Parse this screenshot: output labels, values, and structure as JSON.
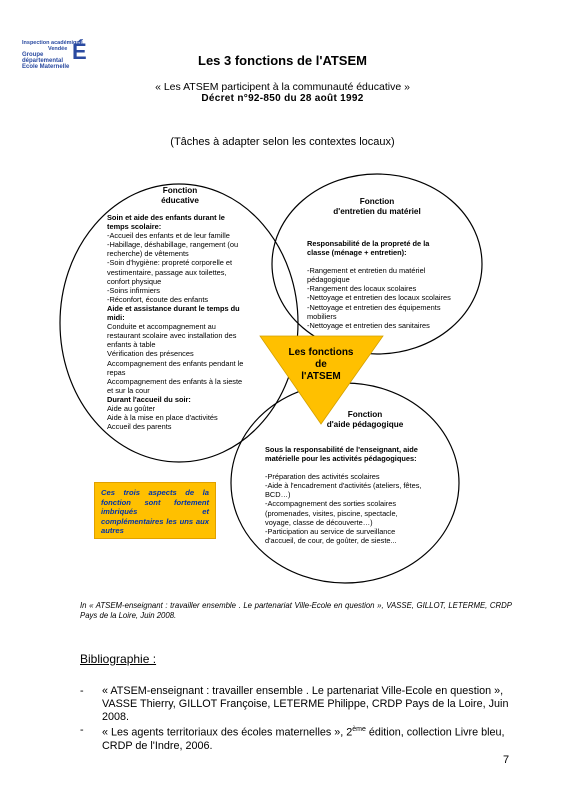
{
  "logo": {
    "line1": "Inspection académique",
    "line2": "Vendée",
    "line3": "Groupe",
    "line4": "départemental",
    "line5": "Ecole Maternelle"
  },
  "title": "Les 3 fonctions de l'ATSEM",
  "subtitle": "« Les ATSEM participent à la communauté éducative »",
  "decree": "Décret n°92-850 du 28 août 1992",
  "note": "(Tâches à adapter selon les contextes locaux)",
  "diagram": {
    "center": [
      "Les fonctions",
      "de",
      "l'ATSEM"
    ],
    "educative": {
      "header": [
        "Fonction",
        "éducative"
      ],
      "lines": [
        {
          "t": "Soin et aide des enfants durant le",
          "b": true
        },
        {
          "t": "temps scolaire:",
          "b": true
        },
        {
          "t": "-Accueil des enfants et de leur famille",
          "b": false
        },
        {
          "t": "-Habillage, déshabillage, rangement (ou",
          "b": false
        },
        {
          "t": "recherche) de vêtements",
          "b": false
        },
        {
          "t": "-Soin d'hygiène: propreté corporelle et",
          "b": false
        },
        {
          "t": "vestimentaire, passage aux toilettes,",
          "b": false
        },
        {
          "t": "confort physique",
          "b": false
        },
        {
          "t": "-Soins infirmiers",
          "b": false
        },
        {
          "t": "-Réconfort, écoute des enfants",
          "b": false
        },
        {
          "t": "Aide et assistance durant le temps du",
          "b": true
        },
        {
          "t": "midi:",
          "b": true
        },
        {
          "t": "Conduite et accompagnement au",
          "b": false
        },
        {
          "t": "restaurant scolaire avec installation des",
          "b": false
        },
        {
          "t": "enfants à table",
          "b": false
        },
        {
          "t": "Vérification des présences",
          "b": false
        },
        {
          "t": "Accompagnement des enfants pendant le",
          "b": false
        },
        {
          "t": "repas",
          "b": false
        },
        {
          "t": "Accompagnement des enfants à la sieste",
          "b": false
        },
        {
          "t": "et sur la cour",
          "b": false
        },
        {
          "t": "Durant l'accueil du soir:",
          "b": true
        },
        {
          "t": "Aide au goûter",
          "b": false
        },
        {
          "t": "Aide à la mise en place d'activités",
          "b": false
        },
        {
          "t": "Accueil des parents",
          "b": false
        }
      ]
    },
    "entretien": {
      "header": [
        "Fonction",
        "d'entretien du matériel"
      ],
      "lines": [
        {
          "t": "Responsabilité de la propreté de la",
          "b": true
        },
        {
          "t": "classe (ménage + entretien):",
          "b": true
        },
        {
          "t": " ",
          "b": false
        },
        {
          "t": "-Rangement et entretien du matériel",
          "b": false
        },
        {
          "t": "pédagogique",
          "b": false
        },
        {
          "t": "-Rangement des locaux scolaires",
          "b": false
        },
        {
          "t": "-Nettoyage et entretien des locaux scolaires",
          "b": false
        },
        {
          "t": "-Nettoyage et entretien des équipements",
          "b": false
        },
        {
          "t": "mobiliers",
          "b": false
        },
        {
          "t": "-Nettoyage et entretien des sanitaires",
          "b": false
        }
      ]
    },
    "pedagogique": {
      "header": [
        "Fonction",
        "d'aide pédagogique"
      ],
      "lines": [
        {
          "t": "Sous la responsabilité de l'enseignant, aide",
          "b": true
        },
        {
          "t": "matérielle pour les activités pédagogiques:",
          "b": true
        },
        {
          "t": " ",
          "b": false
        },
        {
          "t": "-Préparation des activités scolaires",
          "b": false
        },
        {
          "t": "-Aide à l'encadrement d'activités (ateliers, fêtes,",
          "b": false
        },
        {
          "t": "BCD…)",
          "b": false
        },
        {
          "t": "-Accompagnement des sorties scolaires",
          "b": false
        },
        {
          "t": "(promenades, visites, piscine, spectacle,",
          "b": false
        },
        {
          "t": "voyage, classe de découverte…)",
          "b": false
        },
        {
          "t": "-Participation au service de surveillance",
          "b": false
        },
        {
          "t": "d'accueil, de cour, de goûter, de sieste...",
          "b": false
        }
      ]
    },
    "callout": "Ces trois aspects de la fonction sont fortement imbriqués et complémentaires les uns aux autres"
  },
  "reference": "In « ATSEM-enseignant : travailler ensemble . Le partenariat Ville-Ecole en question », VASSE, GILLOT, LETERME, CRDP Pays de la Loire, Juin 2008.",
  "bibliography": {
    "heading": "Bibliographie :",
    "items": [
      {
        "dash": "-",
        "text": "« ATSEM-enseignant : travailler ensemble . Le partenariat Ville-Ecole en question », VASSE Thierry, GILLOT Françoise, LETERME Philippe, CRDP Pays de la Loire, Juin 2008."
      },
      {
        "dash": "-",
        "text_before": "« Les agents territoriaux des écoles maternelles », 2",
        "sup": "ème",
        "text_after": " édition, collection Livre bleu, CRDP de l'Indre, 2006."
      }
    ]
  },
  "page_number": "7",
  "colors": {
    "callout_bg": "#ffc000",
    "callout_text": "#0033aa",
    "triangle": "#ffc000",
    "logo": "#2a4aa0"
  }
}
